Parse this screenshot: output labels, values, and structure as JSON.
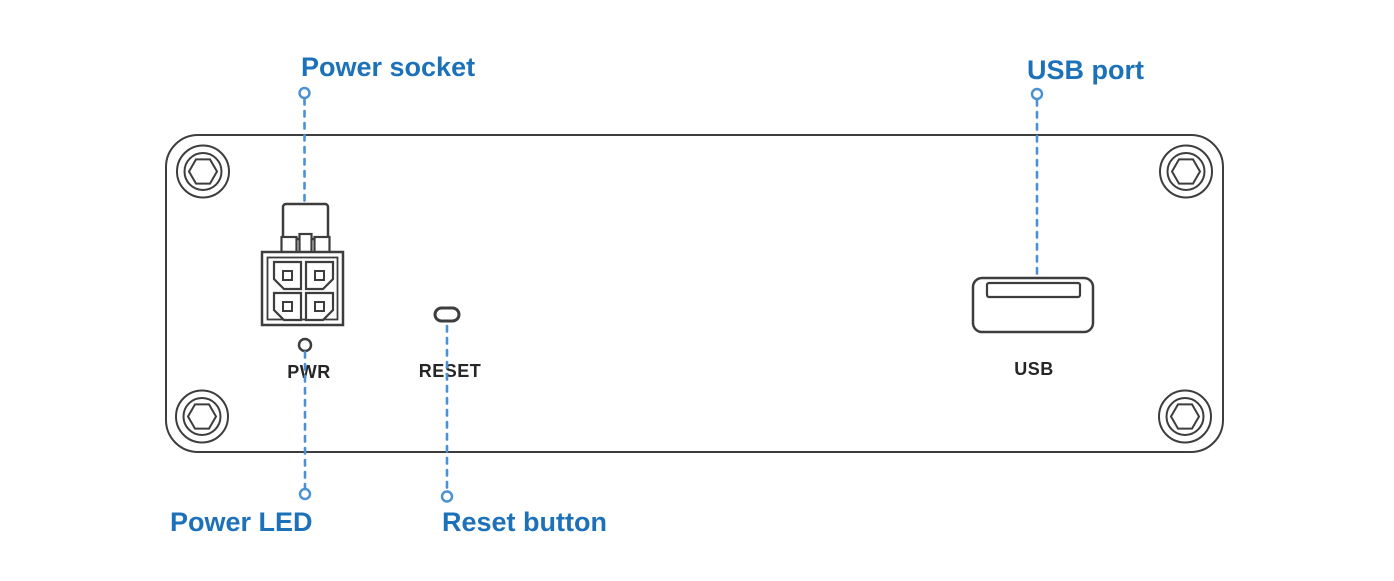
{
  "diagram": {
    "callouts": [
      {
        "id": "power-socket",
        "label": "Power socket"
      },
      {
        "id": "usb-port",
        "label": "USB port"
      },
      {
        "id": "power-led",
        "label": "Power LED"
      },
      {
        "id": "reset-button",
        "label": "Reset button"
      }
    ],
    "panel_labels": [
      {
        "id": "pwr",
        "label": "PWR"
      },
      {
        "id": "reset",
        "label": "RESET"
      },
      {
        "id": "usb",
        "label": "USB"
      }
    ],
    "icons": [
      {
        "name": "screw-icon",
        "shape": "hex-socket-screw",
        "count": 4
      },
      {
        "name": "power-socket-icon",
        "shape": "4-pin-molex-connector"
      },
      {
        "name": "power-led-icon",
        "shape": "small-circle"
      },
      {
        "name": "reset-hole-icon",
        "shape": "pill"
      },
      {
        "name": "usb-port-icon",
        "shape": "usb-a-receptacle"
      }
    ],
    "colors": {
      "callout_blue": "#1d71b8",
      "leader_blue": "#4a90d2",
      "outline_dark": "#3d3d3d",
      "panel_label_dark": "#262626",
      "background": "#ffffff"
    }
  }
}
